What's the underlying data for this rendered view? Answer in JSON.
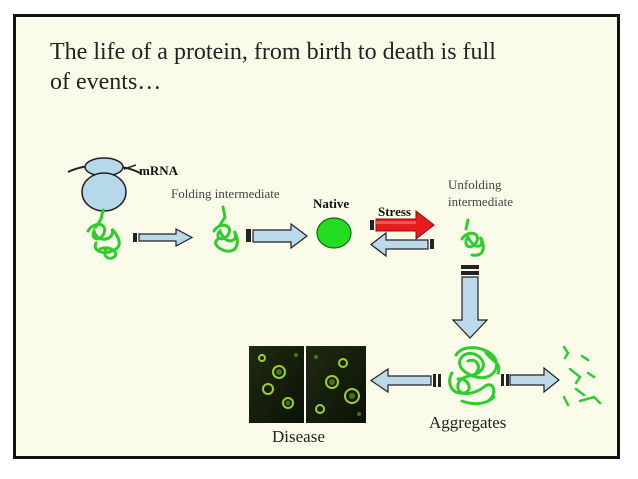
{
  "title": {
    "line1": "The life of a protein, from birth to death is full",
    "line2": "of events…"
  },
  "labels": {
    "mrna": "mRNA",
    "folding_intermediate": "Folding intermediate",
    "native": "Native",
    "stress": "Stress",
    "unfolding_line1": "Unfolding",
    "unfolding_line2": "intermediate",
    "aggregates": "Aggregates",
    "disease": "Disease"
  },
  "colors": {
    "slide_background": "#fbfbe9",
    "protein_green": "#2ecc2e",
    "arrow_blue": "#bcd9ea",
    "stress_red": "#e81c1c",
    "ribosome_blue": "#b7d8ea"
  }
}
